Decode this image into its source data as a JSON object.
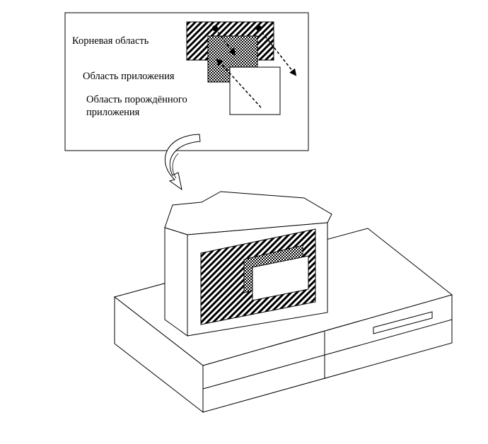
{
  "labels": {
    "root": "Корневая область",
    "app": "Область приложения",
    "child_line1": "Область порождённого",
    "child_line2": "приложения"
  }
}
